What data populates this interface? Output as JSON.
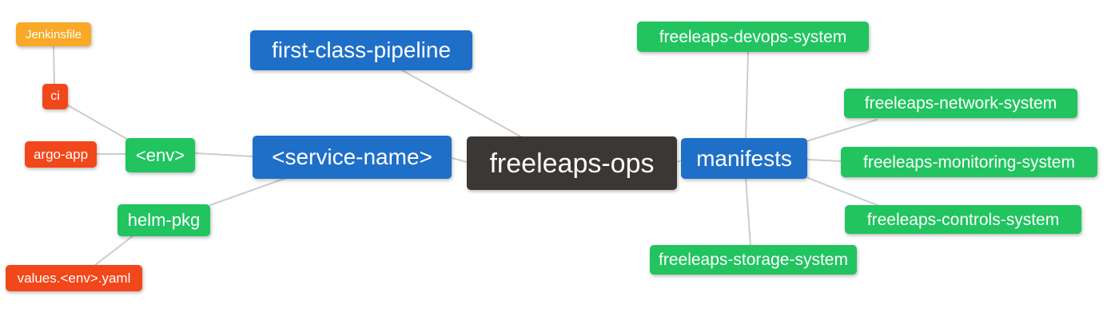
{
  "diagram": {
    "type": "mindmap",
    "root_label": "freeleaps-ops"
  },
  "colors": {
    "root_bg": "#3B3734",
    "branch_bg": "#1E6FC8",
    "green_bg": "#21C45F",
    "red_bg": "#F2471A",
    "orange_bg": "#FAA827",
    "edge": "#CCCCCC",
    "text": "#FFFFFF",
    "background": "#FFFFFF"
  },
  "nodes": [
    {
      "id": "jenkinsfile",
      "label": "Jenkinsfile",
      "color": "orange"
    },
    {
      "id": "ci",
      "label": "ci",
      "color": "red"
    },
    {
      "id": "argo-app",
      "label": "argo-app",
      "color": "red"
    },
    {
      "id": "env",
      "label": "<env>",
      "color": "green"
    },
    {
      "id": "helm-pkg",
      "label": "helm-pkg",
      "color": "green"
    },
    {
      "id": "values-env-yaml",
      "label": "values.<env>.yaml",
      "color": "red"
    },
    {
      "id": "service-name",
      "label": "<service-name>",
      "color": "blue"
    },
    {
      "id": "first-class-pipeline",
      "label": "first-class-pipeline",
      "color": "blue"
    },
    {
      "id": "freeleaps-ops",
      "label": "freeleaps-ops",
      "color": "dark"
    },
    {
      "id": "manifests",
      "label": "manifests",
      "color": "blue"
    },
    {
      "id": "freeleaps-devops-system",
      "label": "freeleaps-devops-system",
      "color": "green"
    },
    {
      "id": "freeleaps-network-system",
      "label": "freeleaps-network-system",
      "color": "green"
    },
    {
      "id": "freeleaps-monitoring-system",
      "label": "freeleaps-monitoring-system",
      "color": "green"
    },
    {
      "id": "freeleaps-controls-system",
      "label": "freeleaps-controls-system",
      "color": "green"
    },
    {
      "id": "freeleaps-storage-system",
      "label": "freeleaps-storage-system",
      "color": "green"
    }
  ],
  "edges": [
    [
      "jenkinsfile",
      "ci"
    ],
    [
      "ci",
      "env"
    ],
    [
      "argo-app",
      "env"
    ],
    [
      "env",
      "service-name"
    ],
    [
      "service-name",
      "helm-pkg"
    ],
    [
      "helm-pkg",
      "values-env-yaml"
    ],
    [
      "service-name",
      "freeleaps-ops"
    ],
    [
      "first-class-pipeline",
      "freeleaps-ops"
    ],
    [
      "freeleaps-ops",
      "manifests"
    ],
    [
      "manifests",
      "freeleaps-devops-system"
    ],
    [
      "manifests",
      "freeleaps-network-system"
    ],
    [
      "manifests",
      "freeleaps-monitoring-system"
    ],
    [
      "manifests",
      "freeleaps-controls-system"
    ],
    [
      "manifests",
      "freeleaps-storage-system"
    ]
  ]
}
